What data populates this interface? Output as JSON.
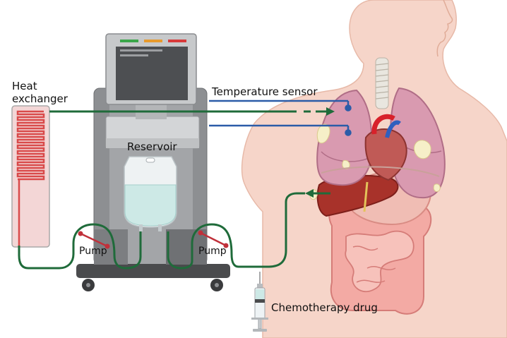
{
  "labels": {
    "heat_exchanger_line1": "Heat",
    "heat_exchanger_line2": "exchanger",
    "temperature_sensor": "Temperature sensor",
    "reservoir": "Reservoir",
    "pump_left": "Pump",
    "pump_right": "Pump",
    "chemotherapy_drug": "Chemotherapy drug"
  },
  "colors": {
    "tubing": "#1f6b3a",
    "sensor_wire": "#2b5ca8",
    "heat_coil": "#d94a4a",
    "skin": "#f6d5c9",
    "lung": "#d79ab0",
    "liver": "#a8322a",
    "intestine": "#f0a4a0",
    "machine": "#8d8f92",
    "screen": "#4d4f52",
    "fluid": "#cde9e6"
  },
  "icons": [
    "heat-exchanger-icon",
    "pump-icon",
    "syringe-icon",
    "iv-bag-icon",
    "monitor-screen-icon"
  ]
}
